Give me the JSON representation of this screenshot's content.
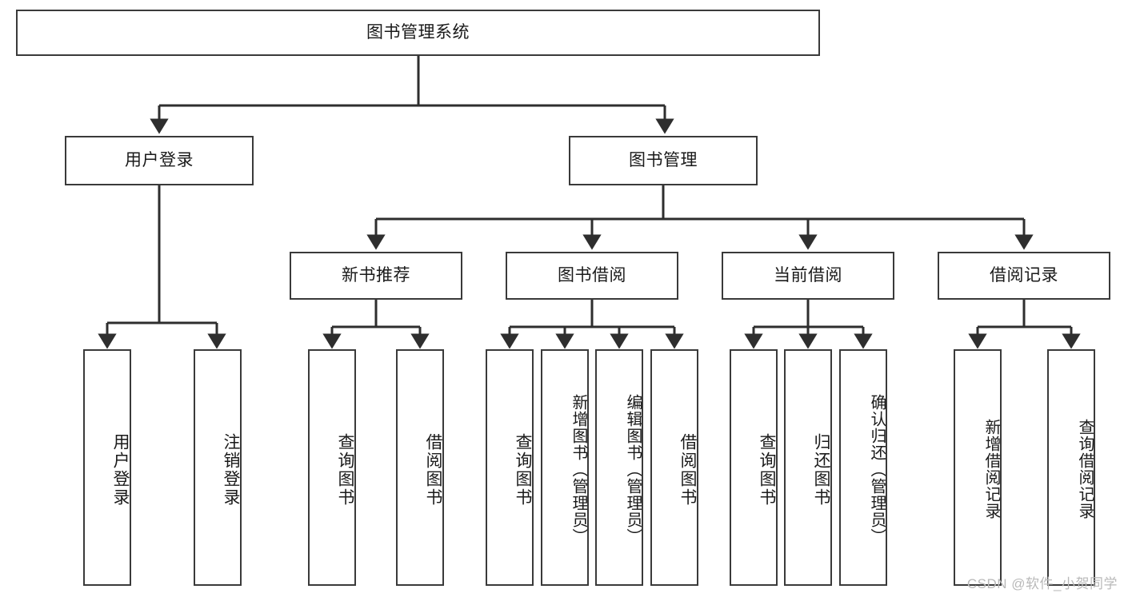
{
  "diagram": {
    "title": "图书管理系统",
    "type": "tree-hierarchy",
    "watermark": "CSDN @软件_小贺同学",
    "colors": {
      "border": "#3a3a3a",
      "fill": "#ffffff",
      "text": "#1a1a1a",
      "edge": "#2e2e2e",
      "watermark": "#b9b9b9"
    },
    "root": {
      "label": "图书管理系统"
    },
    "level2": [
      {
        "id": "user-login",
        "label": "用户登录"
      },
      {
        "id": "book-manage",
        "label": "图书管理"
      }
    ],
    "level3": [
      {
        "id": "new-book-recommend",
        "label": "新书推荐"
      },
      {
        "id": "book-borrow",
        "label": "图书借阅"
      },
      {
        "id": "current-borrow",
        "label": "当前借阅"
      },
      {
        "id": "borrow-record",
        "label": "借阅记录"
      }
    ],
    "leaves": {
      "user_login": [
        {
          "id": "leaf-user-login",
          "label": "用户登录"
        },
        {
          "id": "leaf-user-logout",
          "label": "注销登录"
        }
      ],
      "new_book_recommend": [
        {
          "id": "leaf-query-book-1",
          "label": "查询图书"
        },
        {
          "id": "leaf-borrow-book-1",
          "label": "借阅图书"
        }
      ],
      "book_borrow": [
        {
          "id": "leaf-query-book-2",
          "label": "查询图书"
        },
        {
          "id": "leaf-add-book",
          "label": "新增图书（管理员）"
        },
        {
          "id": "leaf-edit-book",
          "label": "编辑图书（管理员）"
        },
        {
          "id": "leaf-borrow-book-2",
          "label": "借阅图书"
        }
      ],
      "current_borrow": [
        {
          "id": "leaf-query-book-3",
          "label": "查询图书"
        },
        {
          "id": "leaf-return-book",
          "label": "归还图书"
        },
        {
          "id": "leaf-confirm-return",
          "label": "确认归还（管理员）"
        }
      ],
      "borrow_record": [
        {
          "id": "leaf-add-record",
          "label": "新增借阅记录"
        },
        {
          "id": "leaf-query-record",
          "label": "查询借阅记录"
        }
      ]
    }
  }
}
